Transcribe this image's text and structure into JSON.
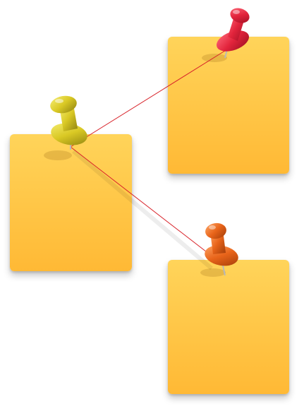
{
  "colors": {
    "note_top": "#FFD45A",
    "note_bottom": "#FFB935",
    "string": "#D8232A",
    "pin_red": "#E2243C",
    "pin_yellow": "#D9C824",
    "pin_orange": "#E8641A"
  },
  "notes": [
    {
      "id": "top-right",
      "text": ""
    },
    {
      "id": "middle-left",
      "text": ""
    },
    {
      "id": "bottom-right",
      "text": ""
    }
  ],
  "pins": [
    {
      "id": "red",
      "color_name": "red"
    },
    {
      "id": "yellow",
      "color_name": "yellow"
    },
    {
      "id": "orange",
      "color_name": "orange"
    }
  ],
  "connections": [
    {
      "from": "yellow",
      "to": "red"
    },
    {
      "from": "yellow",
      "to": "orange"
    }
  ]
}
